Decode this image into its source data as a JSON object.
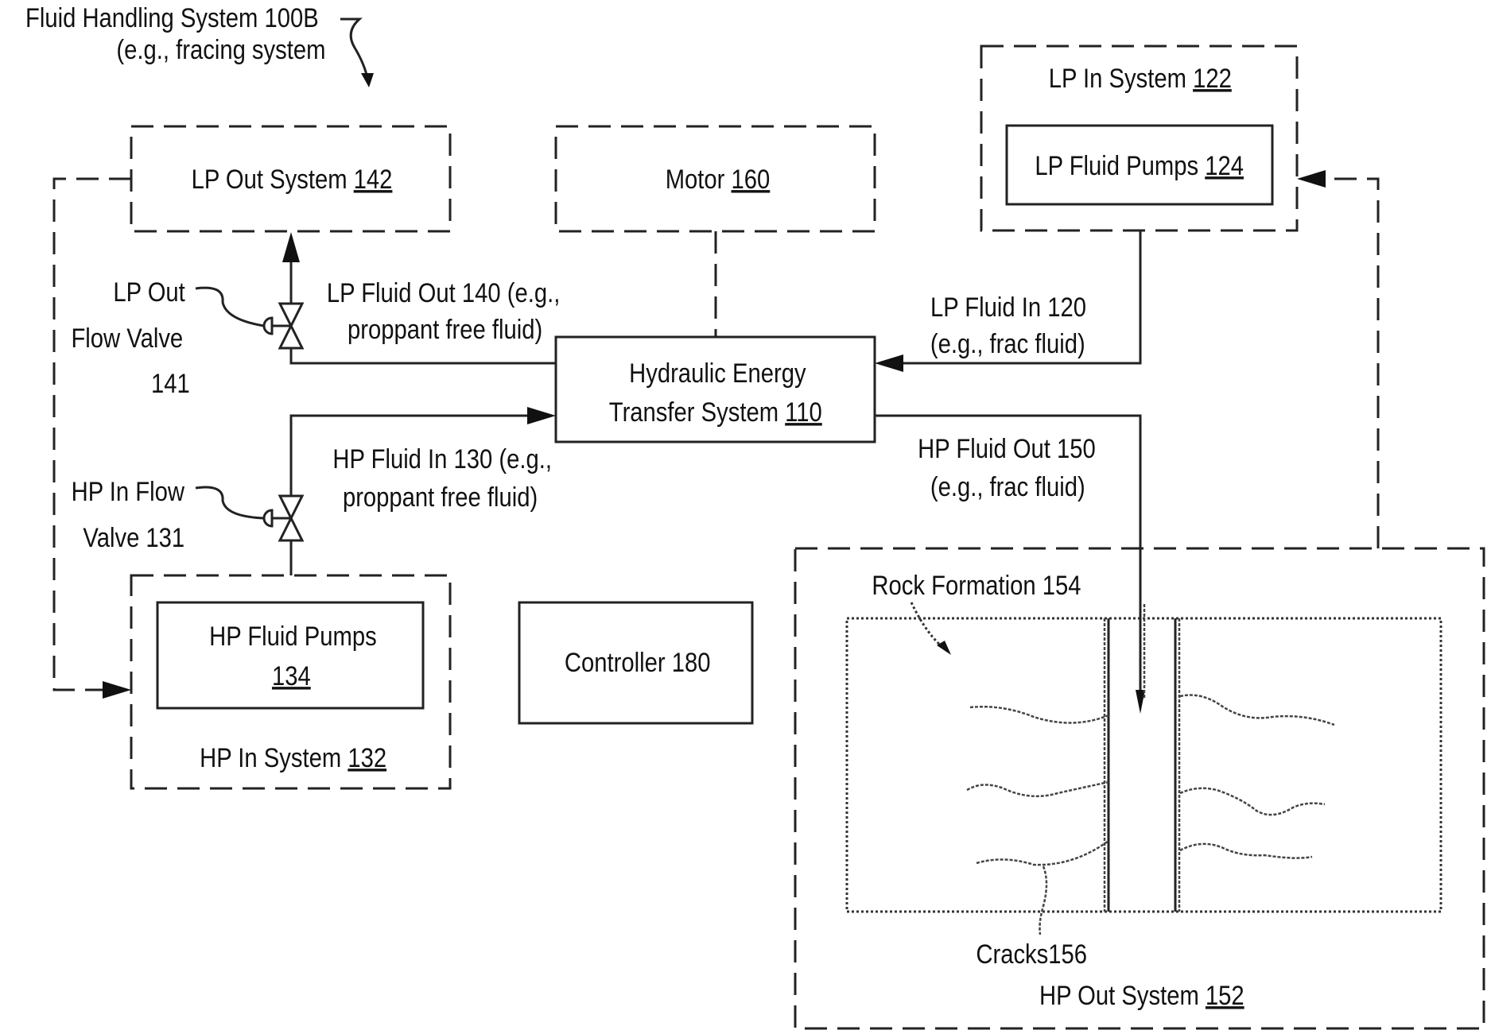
{
  "title": {
    "line1": "Fluid Handling System 100B",
    "line2": "(e.g., fracing system"
  },
  "lp_in_system": {
    "label": "LP In System ",
    "number": "122"
  },
  "lp_fluid_pumps": {
    "label": "LP Fluid Pumps ",
    "number": "124"
  },
  "lp_out_system": {
    "label": "LP Out System ",
    "number": "142"
  },
  "motor": {
    "label": "Motor ",
    "number": "160"
  },
  "hets": {
    "line1": "Hydraulic Energy",
    "line2": "Transfer System ",
    "number": "110"
  },
  "lp_fluid_out": {
    "line1": "LP Fluid Out 140 (e.g.,",
    "line2": "proppant free fluid)"
  },
  "lp_out_valve": {
    "line1": "LP Out",
    "line2": "Flow Valve",
    "line3": "141"
  },
  "lp_fluid_in": {
    "line1": "LP Fluid In 120",
    "line2": "(e.g., frac fluid)"
  },
  "hp_fluid_in": {
    "line1": "HP Fluid In 130 (e.g.,",
    "line2": "proppant free fluid)"
  },
  "hp_in_valve": {
    "line1": "HP In Flow",
    "line2": "Valve 131"
  },
  "hp_fluid_out": {
    "line1": "HP Fluid Out 150",
    "line2": "(e.g., frac fluid)"
  },
  "hp_fluid_pumps": {
    "line1": "HP Fluid Pumps",
    "number": "134"
  },
  "hp_in_system": {
    "label": "HP In System ",
    "number": "132"
  },
  "controller": {
    "label": "Controller 180"
  },
  "rock_formation": {
    "label": "Rock Formation 154"
  },
  "cracks": {
    "label": "Cracks156"
  },
  "hp_out_system": {
    "label": "HP Out System ",
    "number": "152"
  }
}
